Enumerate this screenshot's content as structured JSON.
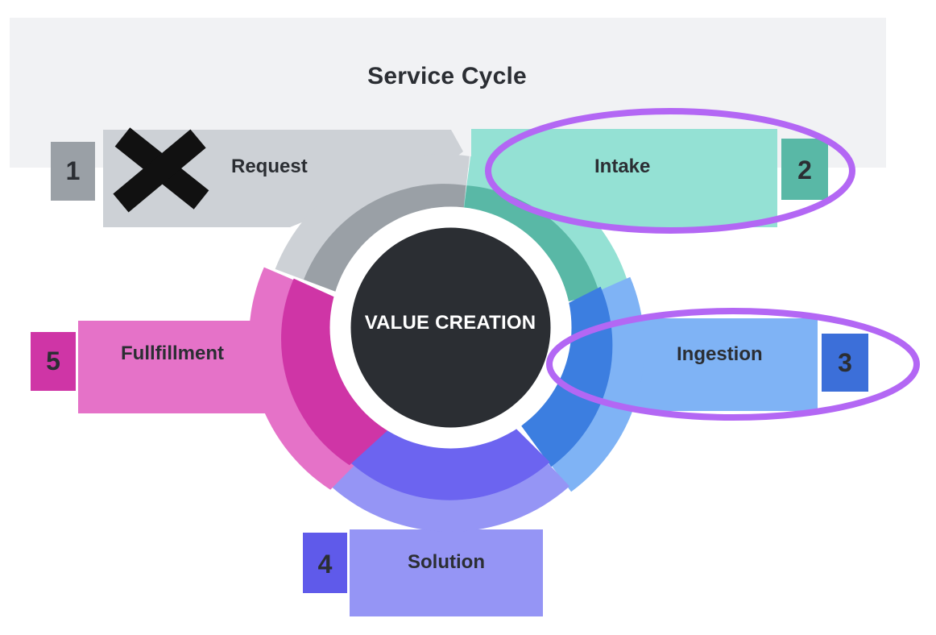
{
  "title": "Service Cycle",
  "center": {
    "label": "VALUE CREATION"
  },
  "stages": [
    {
      "number": "1",
      "label": "Request",
      "color": "#cdd1d6",
      "dark": "#9aa0a6",
      "badge": "#9aa0a6",
      "struck": true
    },
    {
      "number": "2",
      "label": "Intake",
      "color": "#94e1d4",
      "dark": "#59b8a6",
      "badge": "#59b8a6",
      "highlighted": true
    },
    {
      "number": "3",
      "label": "Ingestion",
      "color": "#7fb3f5",
      "dark": "#3c7ee0",
      "badge": "#3c6fd9",
      "highlighted": true
    },
    {
      "number": "4",
      "label": "Solution",
      "color": "#9595f5",
      "dark": "#6c64f0",
      "badge": "#5f5aea"
    },
    {
      "number": "5",
      "label": "Fullfillment",
      "color": "#e572c8",
      "dark": "#cf35a6",
      "badge": "#cf35a6"
    }
  ],
  "colors": {
    "highlight_outline": "#b367f4",
    "center_fill": "#2b2e33",
    "strike_mark": "#111111",
    "title_band": "#f1f2f4"
  }
}
